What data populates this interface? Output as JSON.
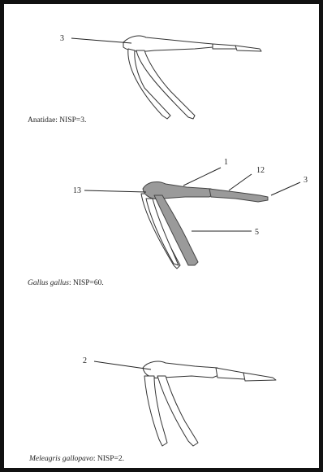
{
  "panels": [
    {
      "taxon": "Anatidae",
      "taxon_italic": false,
      "nisp_text": ": NISP=3.",
      "callouts": [
        "3"
      ]
    },
    {
      "taxon": "Gallus gallus",
      "taxon_italic": true,
      "nisp_text": ": NISP=60.",
      "callouts": [
        "13",
        "1",
        "12",
        "3",
        "5"
      ]
    },
    {
      "taxon": "Meleagris gallopavo",
      "taxon_italic": true,
      "nisp_text": ": NISP=2.",
      "callouts": [
        "2"
      ]
    }
  ]
}
